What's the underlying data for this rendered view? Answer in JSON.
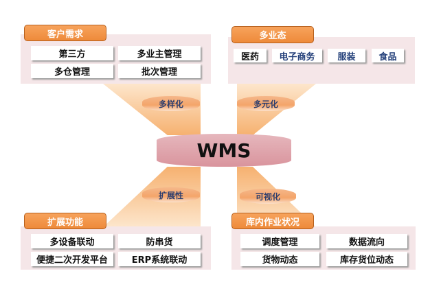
{
  "center": {
    "title": "WMS"
  },
  "customer": {
    "title": "客户需求",
    "items": [
      "第三方",
      "多业主管理",
      "多仓管理",
      "批次管理"
    ],
    "tag": "多样化"
  },
  "business": {
    "title": "多业态",
    "items": [
      "医药",
      "电子商务",
      "服装",
      "食品"
    ],
    "tag": "多元化"
  },
  "extension": {
    "title": "扩展功能",
    "items": [
      "多设备联动",
      "防串货",
      "便捷二次开发平台",
      "ERP系统联动"
    ],
    "tag": "扩展性"
  },
  "warehouse": {
    "title": "库内作业状况",
    "items": [
      "调度管理",
      "数据流向",
      "货物动态",
      "库存货位动态"
    ],
    "tag": "可视化"
  },
  "colors": {
    "accent": "#ee8a3a",
    "panel": "#f5e6e8",
    "disk": "#d9949d",
    "text_blue": "#24407a"
  }
}
